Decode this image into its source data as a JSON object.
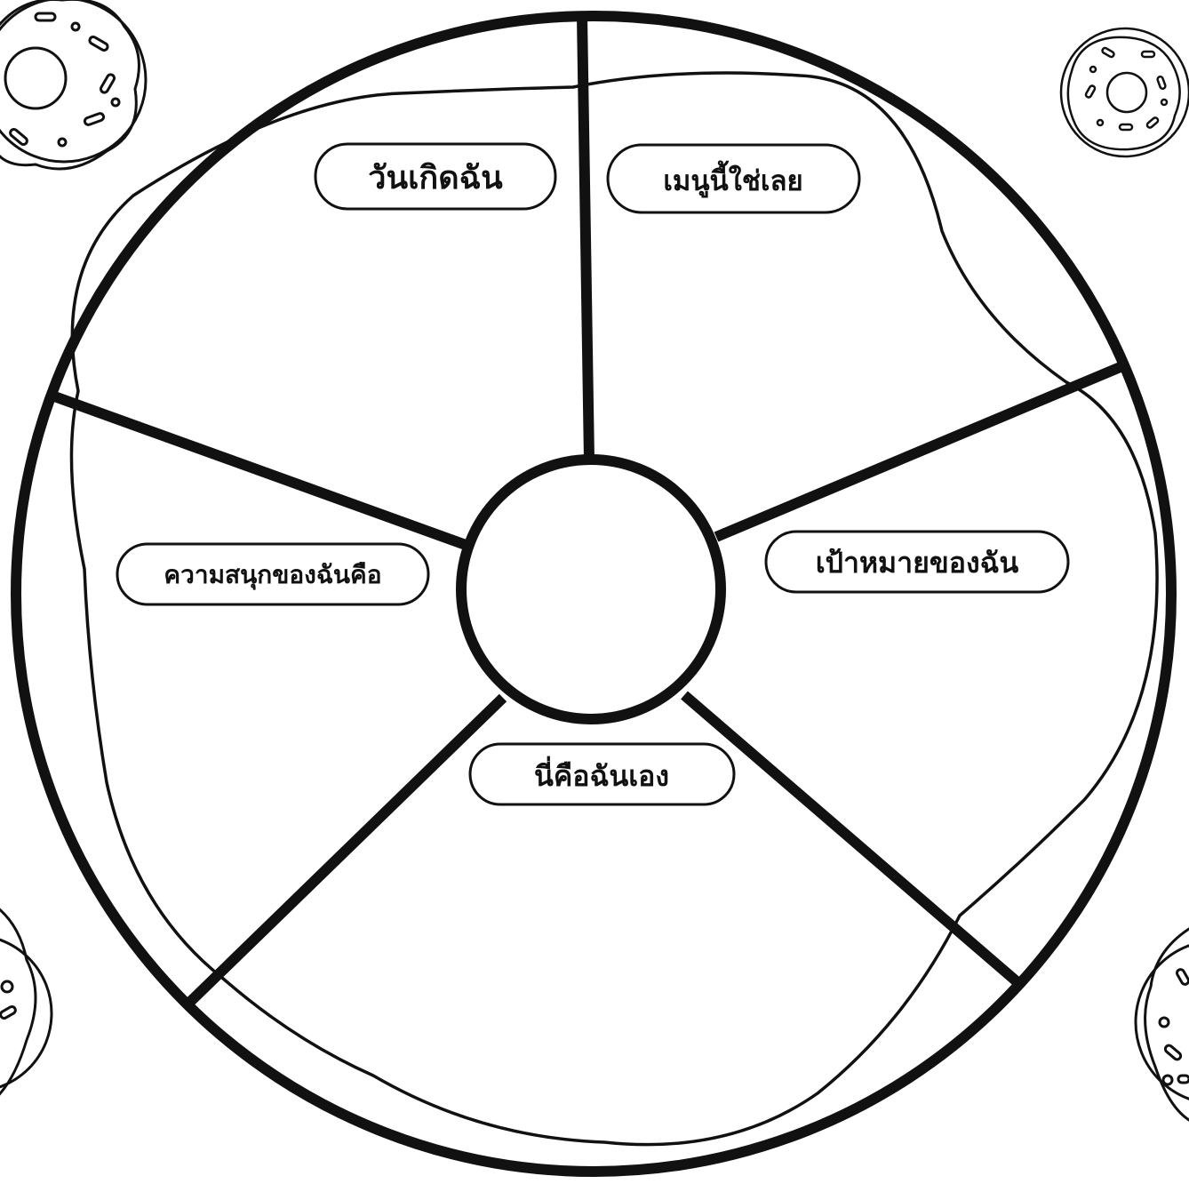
{
  "worksheet": {
    "labels": {
      "birthday": "วันเกิดฉัน",
      "menu": "เมนูนี้ใช่เลย",
      "fun": "ความสนุกของฉันคือ",
      "goal": "เป้าหมายของฉัน",
      "me": "นี่คือฉันเอง"
    },
    "colors": {
      "line": "#111111",
      "background": "#ffffff"
    },
    "decorations": [
      "donut-icon",
      "donut-icon",
      "donut-icon",
      "donut-icon"
    ]
  }
}
